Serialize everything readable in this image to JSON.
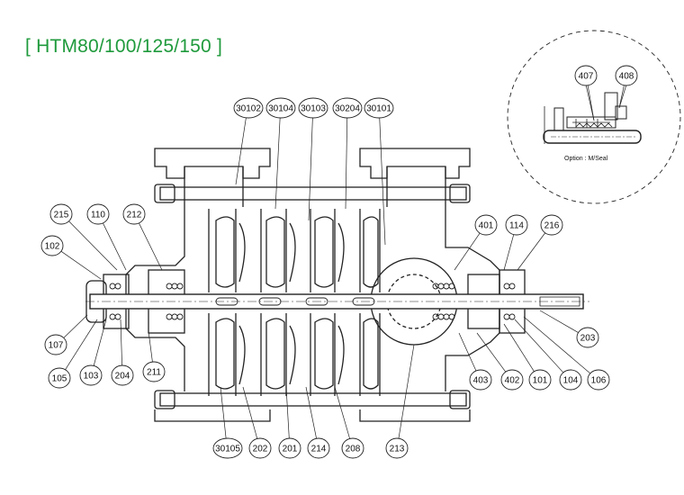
{
  "title": "[ HTM80/100/125/150 ]",
  "detail_caption": "Option : M/Seal",
  "parts": [
    "30102",
    "30104",
    "30103",
    "30204",
    "30101",
    "215",
    "110",
    "212",
    "102",
    "401",
    "114",
    "216",
    "107",
    "105",
    "103",
    "204",
    "211",
    "403",
    "402",
    "101",
    "104",
    "106",
    "203",
    "30105",
    "202",
    "201",
    "214",
    "208",
    "213",
    "407",
    "408"
  ]
}
